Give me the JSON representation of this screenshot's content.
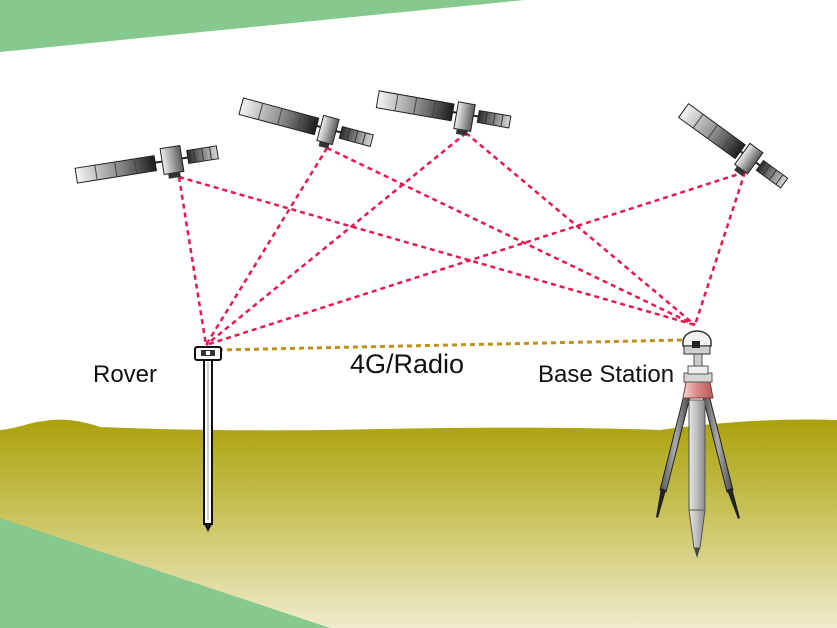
{
  "labels": {
    "rover": "Rover",
    "link": "4G/Radio",
    "base": "Base Station"
  },
  "colors": {
    "signal": "#e8174f",
    "link": "#c0901a",
    "ground_top": "#aba10c",
    "ground_bottom": "#efeccd",
    "field": "#86c98e"
  },
  "icons": {
    "satellite": "satellite-icon",
    "rover": "rover-pole-icon",
    "base": "base-station-tripod-icon"
  }
}
